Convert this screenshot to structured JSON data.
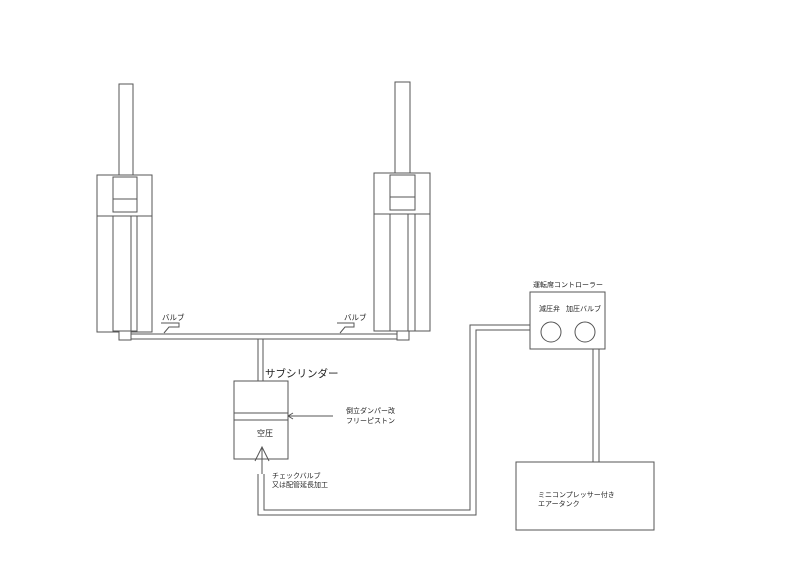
{
  "labels": {
    "valve_left": "バルブ",
    "valve_right": "バルブ",
    "sub_cylinder": "サブシリンダー",
    "free_piston_1": "倒立ダンパー改",
    "free_piston_2": "フリーピストン",
    "air_pressure": "空圧",
    "check_valve_1": "チェックバルブ",
    "check_valve_2": "又は配管延長加工",
    "controller_title": "運転席コントローラー",
    "reduce_valve": "減圧弁",
    "pressure_valve": "加圧バルブ",
    "compressor_1": "ミニコンプレッサー付き",
    "compressor_2": "エアータンク"
  },
  "colors": {
    "line": "#555555",
    "text": "#222222",
    "background": "#ffffff"
  }
}
